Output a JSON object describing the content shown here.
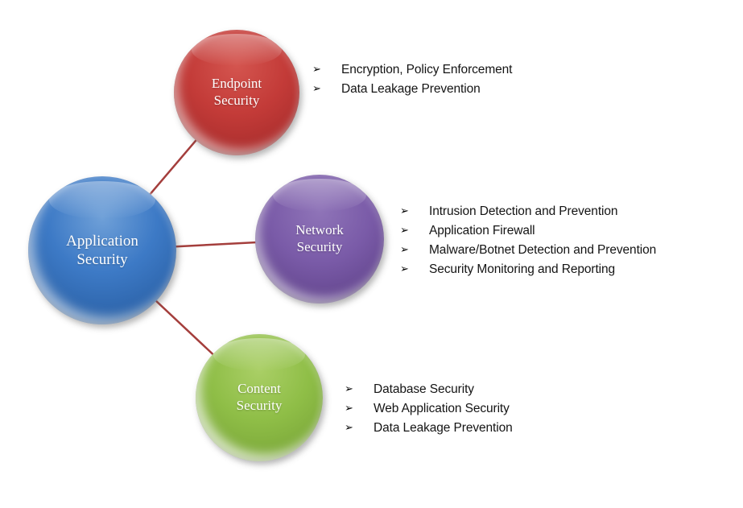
{
  "diagram": {
    "bullet": "➢",
    "connector_color": "#A43E3C",
    "center": {
      "label": "Application Security",
      "color": "#3D7AC6"
    },
    "nodes": [
      {
        "id": "endpoint-security",
        "label": "Endpoint Security",
        "color": "#C33B38",
        "items": [
          "Encryption, Policy Enforcement",
          "Data Leakage Prevention"
        ]
      },
      {
        "id": "network-security",
        "label": "Network Security",
        "color": "#7A5BA8",
        "items": [
          "Intrusion Detection and Prevention",
          "Application Firewall",
          "Malware/Botnet Detection and Prevention",
          "Security Monitoring and Reporting"
        ]
      },
      {
        "id": "content-security",
        "label": "Content Security",
        "color": "#8FBE47",
        "items": [
          "Database Security",
          "Web Application Security",
          "Data Leakage Prevention"
        ]
      }
    ]
  }
}
